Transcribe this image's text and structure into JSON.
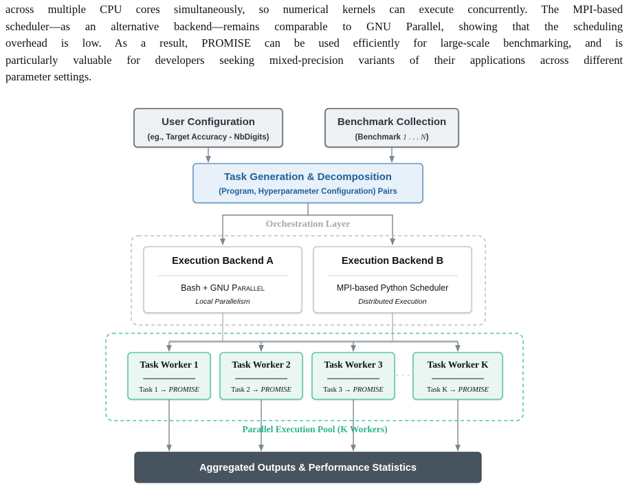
{
  "paragraph": {
    "lines": [
      "across multiple CPU cores simultaneously, so numerical kernels can execute concurrently. The MPI-based",
      "scheduler—as an alternative backend—remains comparable to GNU Parallel, showing that the scheduling",
      "overhead is low. As a result, PROMISE can be used efficiently for large-scale benchmarking, and is",
      "particularly valuable for developers seeking mixed-precision variants of their applications across different",
      "parameter settings."
    ]
  },
  "figure": {
    "user_config": {
      "title": "User Configuration",
      "subtitle": "(eg., Target Accuracy - NbDigits)"
    },
    "benchmark": {
      "title": "Benchmark Collection",
      "subtitle_prefix": "(Benchmark ",
      "subtitle_math": "1 . . . N",
      "subtitle_suffix": ")"
    },
    "task_gen": {
      "title": "Task Generation & Decomposition",
      "subtitle": "(Program, Hyperparameter Configuration) Pairs"
    },
    "orchestration_label": "Orchestration Layer",
    "backend_a": {
      "title": "Execution Backend A",
      "line1_prefix": "Bash + GNU ",
      "line1_sc": "Parallel",
      "line2": "Local Parallelism"
    },
    "backend_b": {
      "title": "Execution Backend B",
      "line1": "MPI-based Python Scheduler",
      "line2": "Distributed Execution"
    },
    "workers": [
      {
        "title": "Task Worker 1",
        "task": "Task 1",
        "arrow": "→",
        "target": "PROMISE"
      },
      {
        "title": "Task Worker 2",
        "task": "Task 2",
        "arrow": "→",
        "target": "PROMISE"
      },
      {
        "title": "Task Worker 3",
        "task": "Task 3",
        "arrow": "→",
        "target": "PROMISE"
      },
      {
        "title": "Task Worker K",
        "task": "Task K",
        "arrow": "→",
        "target": "PROMISE"
      }
    ],
    "ellipsis": "· · ·",
    "pool_label": "Parallel Execution Pool (K Workers)",
    "aggregated": "Aggregated Outputs & Performance Statistics",
    "colors": {
      "box_fill": "#eef1f4",
      "box_stroke": "#3c4650",
      "task_fill": "#e8f1f9",
      "task_stroke": "#4a86c0",
      "task_text": "#1f5f99",
      "worker_fill": "#e9f6f2",
      "worker_stroke": "#3dbf9c",
      "pool_text": "#2bb58f",
      "agg_fill": "#47535e",
      "arrow": "#7d8690",
      "dashed": "#b9bec4"
    }
  }
}
